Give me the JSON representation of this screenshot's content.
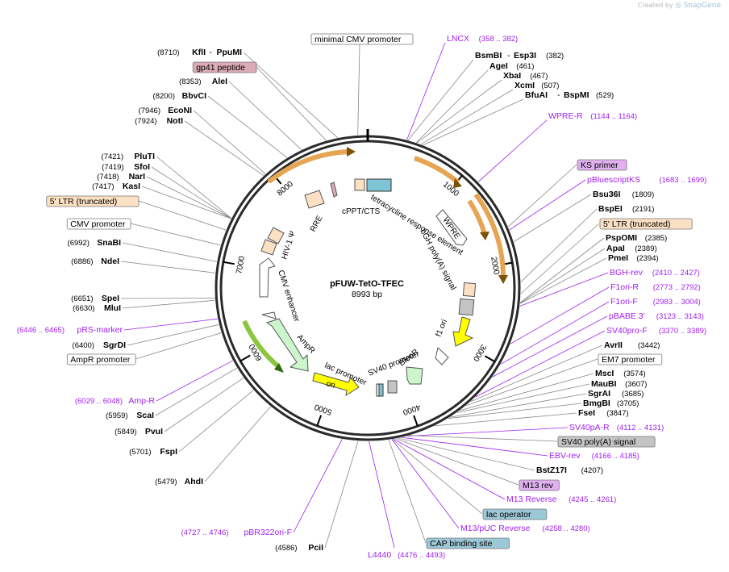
{
  "watermark": {
    "prefix": "Created by",
    "brand": "SnapGene"
  },
  "map": {
    "name": "pFUW-TetO-TFEC",
    "length_label": "8993 bp",
    "total_bp": 8993
  },
  "ticks": [
    {
      "label": "1000",
      "bp": 1000
    },
    {
      "label": "2000",
      "bp": 2000
    },
    {
      "label": "3000",
      "bp": 3000
    },
    {
      "label": "4000",
      "bp": 4000
    },
    {
      "label": "5000",
      "bp": 5000
    },
    {
      "label": "6000",
      "bp": 6000
    },
    {
      "label": "7000",
      "bp": 7000
    },
    {
      "label": "8000",
      "bp": 8000
    }
  ],
  "left_labels": [
    {
      "kind": "site",
      "pos": "(8710)",
      "name": "KflI",
      "extra": "PpuMI",
      "bp": 8710
    },
    {
      "kind": "box",
      "name": "gp41 peptide",
      "color": "#dcaab8",
      "bp": 8600
    },
    {
      "kind": "site",
      "pos": "(8353)",
      "name": "AleI",
      "bp": 8353
    },
    {
      "kind": "site",
      "pos": "(8200)",
      "name": "BbvCI",
      "bp": 8200
    },
    {
      "kind": "site",
      "pos": "(7946)",
      "name": "EcoNI",
      "bp": 7946
    },
    {
      "kind": "site",
      "pos": "(7924)",
      "name": "NotI",
      "bp": 7924
    },
    {
      "kind": "site",
      "pos": "(7421)",
      "name": "PluTI",
      "bp": 7421
    },
    {
      "kind": "site",
      "pos": "(7419)",
      "name": "SfoI",
      "bp": 7419
    },
    {
      "kind": "site",
      "pos": "(7418)",
      "name": "NarI",
      "bp": 7418
    },
    {
      "kind": "site",
      "pos": "(7417)",
      "name": "KasI",
      "bp": 7417
    },
    {
      "kind": "box",
      "name": "5' LTR (truncated)",
      "color": "#fce0c4",
      "bp": 7300
    },
    {
      "kind": "box",
      "name": "CMV promoter",
      "color": "#ffffff",
      "bp": 7150
    },
    {
      "kind": "site",
      "pos": "(6992)",
      "name": "SnaBI",
      "bp": 6992
    },
    {
      "kind": "site",
      "pos": "(6886)",
      "name": "NdeI",
      "bp": 6886
    },
    {
      "kind": "site",
      "pos": "(6651)",
      "name": "SpeI",
      "bp": 6651
    },
    {
      "kind": "site",
      "pos": "(6630)",
      "name": "MluI",
      "bp": 6630
    },
    {
      "kind": "primer",
      "pos": "(6446 .. 6465)",
      "name": "pRS-marker",
      "bp": 6455
    },
    {
      "kind": "site",
      "pos": "(6400)",
      "name": "SgrDI",
      "bp": 6400
    },
    {
      "kind": "box",
      "name": "AmpR promoter",
      "color": "#ffffff",
      "bp": 6320
    },
    {
      "kind": "primer",
      "pos": "(6029 .. 6048)",
      "name": "Amp-R",
      "bp": 6038
    },
    {
      "kind": "site",
      "pos": "(5959)",
      "name": "ScaI",
      "bp": 5959
    },
    {
      "kind": "site",
      "pos": "(5849)",
      "name": "PvuI",
      "bp": 5849
    },
    {
      "kind": "site",
      "pos": "(5701)",
      "name": "FspI",
      "bp": 5701
    },
    {
      "kind": "site",
      "pos": "(5479)",
      "name": "AhdI",
      "bp": 5479
    },
    {
      "kind": "primer",
      "pos": "(4727 .. 4746)",
      "name": "pBR322ori-F",
      "bp": 4736
    },
    {
      "kind": "site",
      "pos": "(4586)",
      "name": "PciI",
      "bp": 4586
    },
    {
      "kind": "primer",
      "pos": "(4476 .. 4493)",
      "name": "L4440",
      "bp": 4485
    }
  ],
  "top_labels": [
    {
      "kind": "box",
      "name": "minimal CMV promoter",
      "color": "#ffffff",
      "bp": 8900
    },
    {
      "kind": "primer",
      "name": "LNCX",
      "pos": "(358 .. 382)",
      "bp": 370
    },
    {
      "kind": "site",
      "name": "BsmBI",
      "extra": "Esp3I",
      "pos": "(382)",
      "bp": 382
    },
    {
      "kind": "site",
      "name": "AgeI",
      "pos": "(461)",
      "bp": 461
    },
    {
      "kind": "site",
      "name": "XbaI",
      "pos": "(467)",
      "bp": 467
    },
    {
      "kind": "site",
      "name": "XcmI",
      "pos": "(507)",
      "bp": 507
    },
    {
      "kind": "site",
      "name": "BfuAI",
      "extra": "BspMI",
      "pos": "(529)",
      "bp": 529
    },
    {
      "kind": "primer",
      "name": "WPRE-R",
      "pos": "(1144 .. 1164)",
      "bp": 1154
    }
  ],
  "right_labels": [
    {
      "kind": "box",
      "name": "KS primer",
      "color": "#e0b0f0",
      "bp": 1660
    },
    {
      "kind": "primer",
      "name": "pBluescriptKS",
      "pos": "(1683 .. 1699)",
      "bp": 1691
    },
    {
      "kind": "site",
      "name": "Bsu36I",
      "pos": "(1809)",
      "bp": 1809
    },
    {
      "kind": "site",
      "name": "BspEI",
      "pos": "(2191)",
      "bp": 2191
    },
    {
      "kind": "box",
      "name": "5' LTR (truncated)",
      "color": "#fce0c4",
      "bp": 2300
    },
    {
      "kind": "site",
      "name": "PspOMI",
      "pos": "(2385)",
      "bp": 2385
    },
    {
      "kind": "site",
      "name": "ApaI",
      "pos": "(2389)",
      "bp": 2389
    },
    {
      "kind": "site",
      "name": "PmeI",
      "pos": "(2394)",
      "bp": 2394
    },
    {
      "kind": "primer",
      "name": "BGH-rev",
      "pos": "(2410 .. 2427)",
      "bp": 2418
    },
    {
      "kind": "primer",
      "name": "F1ori-R",
      "pos": "(2773 .. 2792)",
      "bp": 2782
    },
    {
      "kind": "primer",
      "name": "F1ori-F",
      "pos": "(2983 .. 3004)",
      "bp": 2993
    },
    {
      "kind": "primer",
      "name": "pBABE 3'",
      "pos": "(3123 .. 3143)",
      "bp": 3133
    },
    {
      "kind": "primer",
      "name": "SV40pro-F",
      "pos": "(3370 .. 3389)",
      "bp": 3379
    },
    {
      "kind": "site",
      "name": "AvrII",
      "pos": "(3442)",
      "bp": 3442
    },
    {
      "kind": "box",
      "name": "EM7 promoter",
      "color": "#ffffff",
      "bp": 3500
    },
    {
      "kind": "site",
      "name": "MscI",
      "pos": "(3574)",
      "bp": 3574
    },
    {
      "kind": "site",
      "name": "MauBI",
      "pos": "(3607)",
      "bp": 3607
    },
    {
      "kind": "site",
      "name": "SgrAI",
      "pos": "(3685)",
      "bp": 3685
    },
    {
      "kind": "site",
      "name": "BmgBI",
      "pos": "(3705)",
      "bp": 3705
    },
    {
      "kind": "site",
      "name": "FseI",
      "pos": "(3847)",
      "bp": 3847
    },
    {
      "kind": "primer",
      "name": "SV40pA-R",
      "pos": "(4112 .. 4131)",
      "bp": 4121
    },
    {
      "kind": "box",
      "name": "SV40 poly(A) signal",
      "color": "#c4c4c4",
      "bp": 4100
    },
    {
      "kind": "primer",
      "name": "EBV-rev",
      "pos": "(4166 .. 4185)",
      "bp": 4175
    },
    {
      "kind": "site",
      "name": "BstZ17I",
      "pos": "(4207)",
      "bp": 4207
    },
    {
      "kind": "box",
      "name": "M13 rev",
      "color": "#e0b0f0",
      "bp": 4230
    },
    {
      "kind": "primer",
      "name": "M13 Reverse",
      "pos": "(4245 .. 4261)",
      "bp": 4253
    },
    {
      "kind": "box",
      "name": "lac operator",
      "color": "#9cc8d8",
      "bp": 4265
    },
    {
      "kind": "primer",
      "name": "M13/pUC Reverse",
      "pos": "(4258 .. 4280)",
      "bp": 4269
    },
    {
      "kind": "box",
      "name": "CAP binding site",
      "color": "#9cc8d8",
      "bp": 4300
    }
  ],
  "features_inner": [
    {
      "name": "tetracycline response element",
      "color": "#f3cfa0"
    },
    {
      "name": "cPPT/CTS",
      "color": "#fce0c4"
    },
    {
      "name": "RRE",
      "color": "#fce0c4"
    },
    {
      "name": "HIV-1 Ψ",
      "color": "#fce0c4"
    },
    {
      "name": "CMV enhancer",
      "color": "#ffffff"
    },
    {
      "name": "AmpR",
      "color": "#ccf5cc"
    },
    {
      "name": "ori",
      "color": "#ffff00"
    },
    {
      "name": "lac promoter",
      "color": "#ffffff"
    },
    {
      "name": "SV40 promoter",
      "color": "#ffffff"
    },
    {
      "name": "BleoR",
      "color": "#ccf5cc"
    },
    {
      "name": "f1 ori",
      "color": "#ffff00"
    },
    {
      "name": "bGH poly(A) signal",
      "color": "#c4c4c4"
    },
    {
      "name": "WPRE",
      "color": "#ffffff"
    }
  ]
}
